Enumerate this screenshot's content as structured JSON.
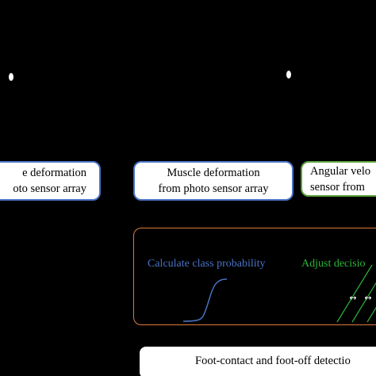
{
  "colors": {
    "background": "#000000",
    "box_fill": "#ffffff",
    "photo_sensor_border": "#4a72c4",
    "angular_sensor_border": "#5aa03c",
    "classifier_border": "#e07a3a",
    "probability_text": "#4a72c4",
    "adjust_text": "#2db43a"
  },
  "inputs": {
    "left": {
      "line1": "e deformation",
      "line2": "oto sensor array"
    },
    "middle": {
      "line1": "Muscle deformation",
      "line2": "from photo sensor array"
    },
    "right": {
      "line1": "Angular velo",
      "line2": "sensor from"
    }
  },
  "classifier": {
    "probability_label": "Calculate class probability",
    "adjust_label": "Adjust decisio",
    "arrow_glyph": "↔"
  },
  "output": {
    "label": "Foot-contact and foot-off detectio"
  }
}
